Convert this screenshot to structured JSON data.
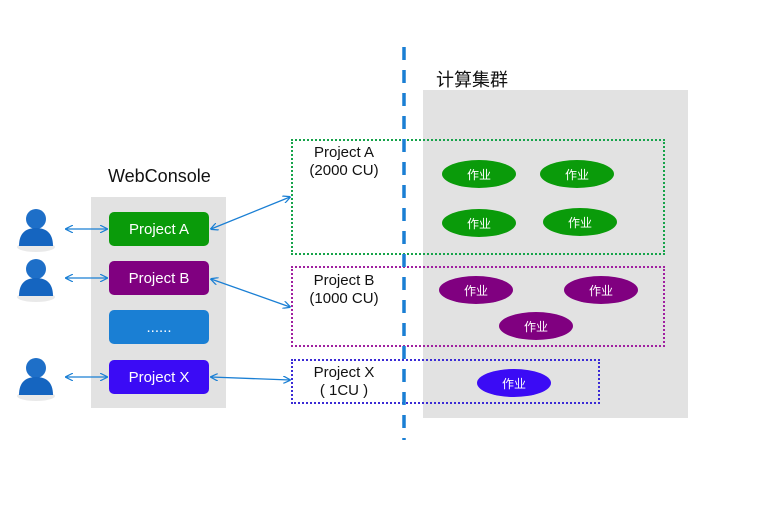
{
  "webconsole": {
    "title": "WebConsole",
    "projects": [
      {
        "label": "Project A",
        "color": "#0a9b0a"
      },
      {
        "label": "Project B",
        "color": "#800080"
      },
      {
        "label": "......",
        "color": "#1a7fd4"
      },
      {
        "label": "Project X",
        "color": "#3b0bf5"
      }
    ]
  },
  "cluster": {
    "title": "计算集群",
    "zones": [
      {
        "name": "Project A",
        "quota": "(2000 CU)",
        "border_color": "#16a34a",
        "job_color": "#0a9b0a",
        "jobs": [
          "作业",
          "作业",
          "作业",
          "作业"
        ]
      },
      {
        "name": "Project B",
        "quota": "(1000 CU)",
        "border_color": "#a020a0",
        "job_color": "#800080",
        "jobs": [
          "作业",
          "作业",
          "作业"
        ]
      },
      {
        "name": "Project X",
        "quota": "( 1CU )",
        "border_color": "#3b2bd5",
        "job_color": "#3b0bf5",
        "jobs": [
          "作业"
        ]
      }
    ]
  },
  "users": [
    {
      "icon": "user-icon",
      "project": "Project A"
    },
    {
      "icon": "user-icon",
      "project": "Project B"
    },
    {
      "icon": "user-icon",
      "project": "Project X"
    }
  ],
  "colors": {
    "arrow": "#1a7fd4",
    "divider": "#1a7fd4",
    "panel_bg": "#e2e2e2",
    "user": "#1565c0"
  }
}
